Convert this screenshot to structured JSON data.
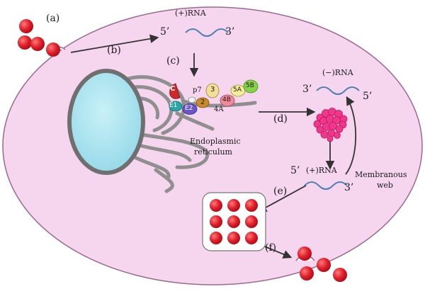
{
  "labels": {
    "a": "(a)",
    "b": "(b)",
    "c": "(c)",
    "d": "(d)",
    "e": "(e)",
    "f": "(f)"
  },
  "rna": {
    "plus_top": "(+)RNA",
    "five_prime_top": "5’",
    "three_prime_top": "3’",
    "minus": "(−)RNA",
    "three_prime_minus": "3’",
    "five_prime_minus": "5’",
    "plus_bottom": "(+)RNA",
    "five_prime_bottom": "5’",
    "three_prime_bottom": "3’"
  },
  "proteins": {
    "c": "C",
    "e1": "E1",
    "e2": "E2",
    "p7": "p7",
    "ns2": "2",
    "ns3": "3",
    "ns4a": "4A",
    "ns4b": "4B",
    "ns5a": "5A",
    "ns5b": "5B"
  },
  "organelles": {
    "er_line1": "Endoplasmic",
    "er_line2": "reticulum",
    "web_line1": "Membranous",
    "web_line2": "web"
  },
  "colors": {
    "cell_fill": "#f6d6ee",
    "cell_border": "#9a6a8e",
    "nucleus": "#a9e3ef",
    "er": "#8f8f8f",
    "virion": "#e0202c",
    "replication_complex": "#f0388a"
  }
}
